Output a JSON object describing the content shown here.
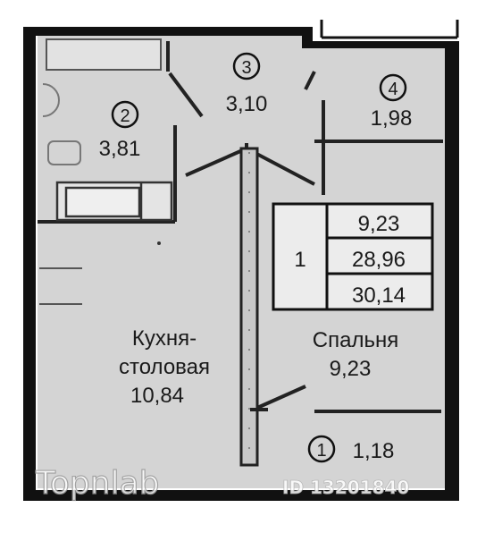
{
  "rooms": {
    "kitchen": {
      "name_line1": "Кухня-",
      "name_line2": "столовая",
      "area": "10,84"
    },
    "bedroom": {
      "name": "Спальня",
      "area": "9,23"
    },
    "bath": {
      "number": "2",
      "area": "3,81"
    },
    "hall": {
      "number": "3",
      "area": "3,10"
    },
    "closet": {
      "number": "4",
      "area": "1,98"
    },
    "balcony": {
      "number": "1",
      "area": "1,18"
    }
  },
  "summary_table": {
    "rooms_count": "1",
    "living_area": "9,23",
    "total_area": "28,96",
    "total_with_balcony": "30,14"
  },
  "watermark": {
    "logo_text": "Topnlab",
    "id_text": "ID 13201840"
  },
  "colors": {
    "floor": "#d4d4d4",
    "wall": "#111111",
    "background": "#ffffff"
  }
}
